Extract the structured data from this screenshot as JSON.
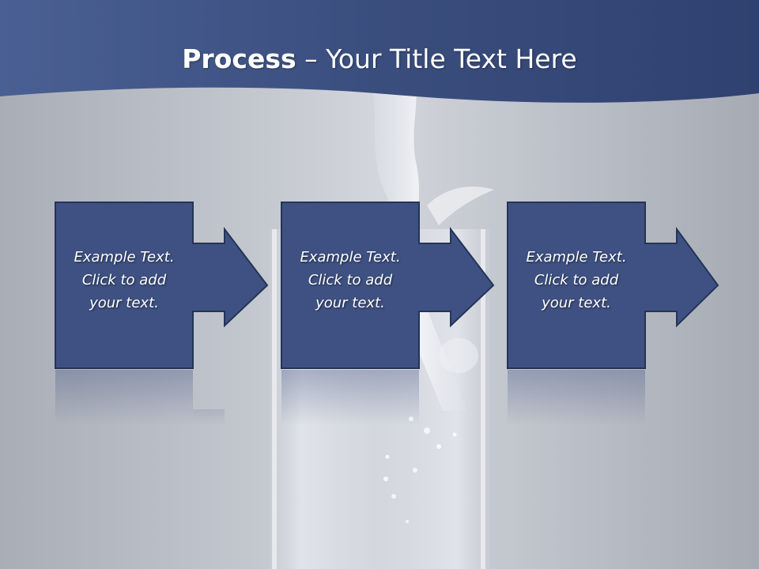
{
  "slide": {
    "title_bold": "Process",
    "title_rest": " – Your Title Text Here"
  },
  "steps": [
    {
      "line1": "Example Text.",
      "line2": "Click  to add",
      "line3": "your text."
    },
    {
      "line1": "Example Text.",
      "line2": "Click  to add",
      "line3": "your text."
    },
    {
      "line1": "Example Text.",
      "line2": "Click  to add",
      "line3": "your text."
    }
  ],
  "colors": {
    "header_band": "#3e5282",
    "box_fill": "#3e5182",
    "box_border": "#243458",
    "title_text": "#ffffff"
  }
}
